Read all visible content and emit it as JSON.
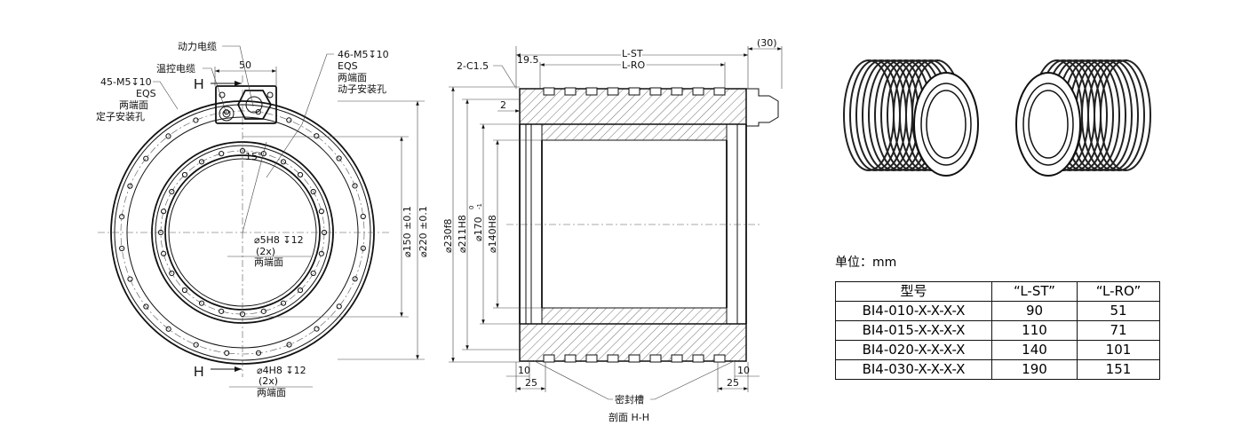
{
  "front_view": {
    "power_cable": "动力电缆",
    "temp_cable": "温控电缆",
    "dim_50": "50",
    "section_mark": "H",
    "stator_holes": [
      "45-M5↧10",
      "EQS",
      "两端面",
      "定子安装孔"
    ],
    "rotor_holes": [
      "46-M5↧10",
      "EQS",
      "两端面",
      "动子安装孔"
    ],
    "angle": "15°",
    "pin_top": [
      "⌀5H8  ↧12",
      "(2x)",
      "两端面"
    ],
    "pin_bottom": [
      "⌀4H8  ↧12",
      "(2x)",
      "两端面"
    ],
    "dia_150": "⌀150 ±0.1",
    "dia_220": "⌀220 ±0.1"
  },
  "section_view": {
    "l_st": "L-ST",
    "l_ro": "L-RO",
    "dim_30": "(30)",
    "dim_19_5": "19.5",
    "chamfer": "2-C1.5",
    "dim_2": "2",
    "dia_230": "⌀230f8",
    "dia_211": "⌀211H8",
    "dia_170": "⌀170",
    "dia_170_tol_upper": "0",
    "dia_170_tol_lower": "-1",
    "dia_140": "⌀140H8",
    "dim_10": "10",
    "dim_25": "25",
    "seal_groove": "密封槽",
    "caption": "剖面 H-H"
  },
  "unit_label": "单位：mm",
  "table": {
    "headers": [
      "型号",
      "“L-ST”",
      "“L-RO”"
    ],
    "rows": [
      [
        "BI4-010-X-X-X-X",
        "90",
        "51"
      ],
      [
        "BI4-015-X-X-X-X",
        "110",
        "71"
      ],
      [
        "BI4-020-X-X-X-X",
        "140",
        "101"
      ],
      [
        "BI4-030-X-X-X-X",
        "190",
        "151"
      ]
    ]
  }
}
